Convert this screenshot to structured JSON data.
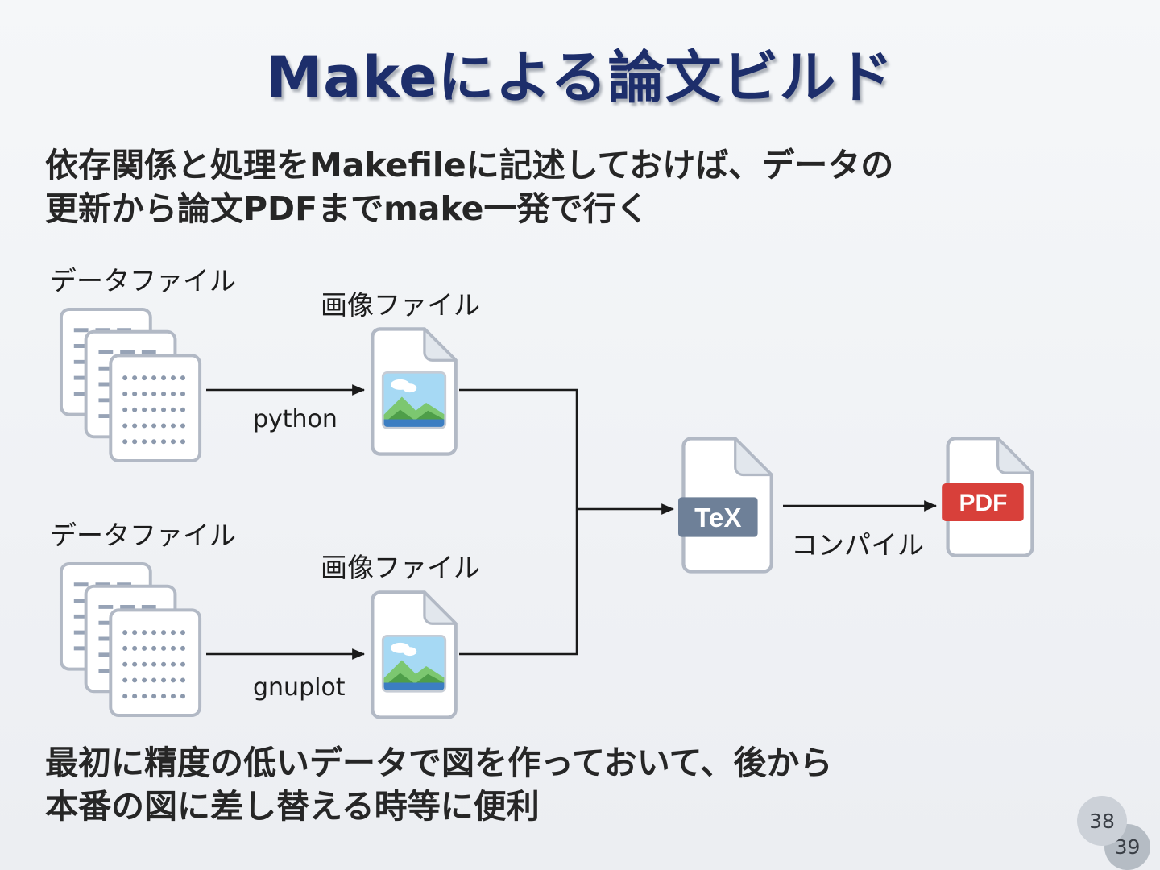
{
  "slide": {
    "title": "Makeによる論文ビルド",
    "intro": {
      "line1": "依存関係と処理をMakefileに記述しておけば、データの",
      "line2": "更新から論文PDFまでmake一発で行く"
    },
    "diagram": {
      "top_branch": {
        "data_label": "データファイル",
        "tool_label": "python",
        "image_label": "画像ファイル"
      },
      "bottom_branch": {
        "data_label": "データファイル",
        "tool_label": "gnuplot",
        "image_label": "画像ファイル"
      },
      "tex_label": "TeX",
      "compile_label": "コンパイル",
      "pdf_label": "PDF"
    },
    "outro": {
      "line1": "最初に精度の低いデータで図を作っておいて、後から",
      "line2": "本番の図に差し替える時等に便利"
    },
    "page_numbers": {
      "current": "38",
      "next": "39"
    },
    "colors": {
      "title": "#1d2e6b",
      "tex_banner": "#6e8098",
      "pdf_banner": "#d8403a",
      "arrow": "#1a1a1a"
    }
  }
}
